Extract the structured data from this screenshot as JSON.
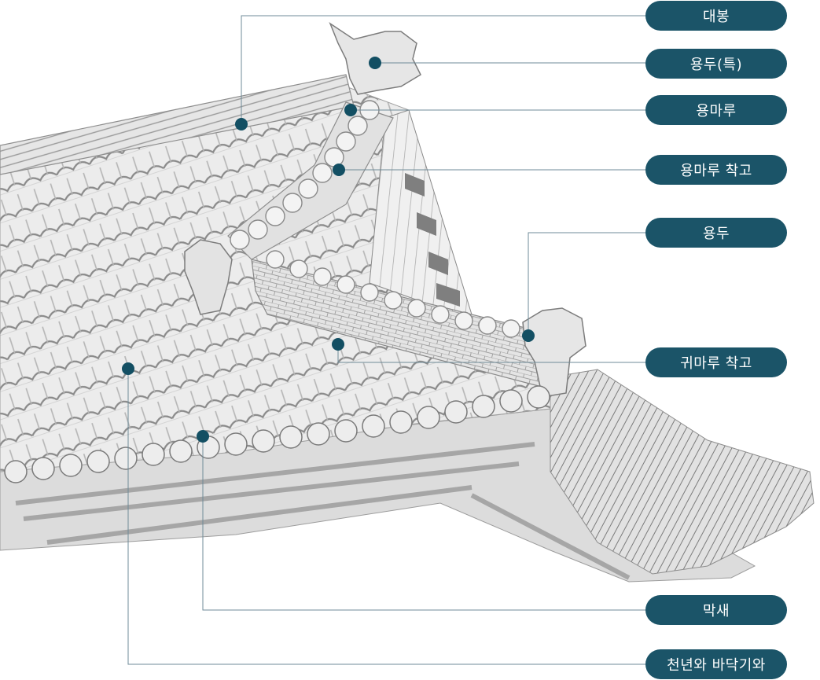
{
  "labels": [
    {
      "text": "대봉"
    },
    {
      "text": "용두(특)"
    },
    {
      "text": "용마루"
    },
    {
      "text": "용마루 착고"
    },
    {
      "text": "용두"
    },
    {
      "text": "귀마루 착고"
    },
    {
      "text": "막새"
    },
    {
      "text": "천년와 바닥기와"
    }
  ],
  "colors": {
    "label_bg": "#1b5468",
    "marker": "#134f63",
    "leader": "#6f8b98",
    "tile_light": "#efefef",
    "tile_mid": "#c9c9c9",
    "tile_dark": "#6d6d6d"
  }
}
